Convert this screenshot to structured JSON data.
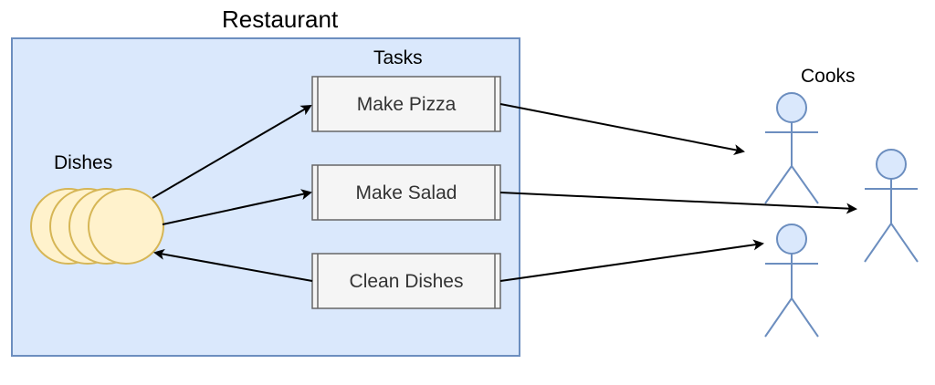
{
  "title": "Restaurant",
  "tasks_label": "Tasks",
  "dishes_label": "Dishes",
  "cooks_label": "Cooks",
  "tasks": [
    {
      "label": "Make Pizza"
    },
    {
      "label": "Make Salad"
    },
    {
      "label": "Clean Dishes"
    }
  ],
  "dishes_count": 4,
  "cooks_count": 3,
  "colors": {
    "restaurant_fill": "#dae8fc",
    "restaurant_stroke": "#6c8ebf",
    "task_fill": "#f5f5f5",
    "task_stroke": "#666666",
    "dish_fill": "#fff2cc",
    "dish_stroke": "#d6b656",
    "cook_stroke": "#6c8ebf",
    "cook_head_fill": "#dae8fc",
    "arrow": "#000000"
  }
}
